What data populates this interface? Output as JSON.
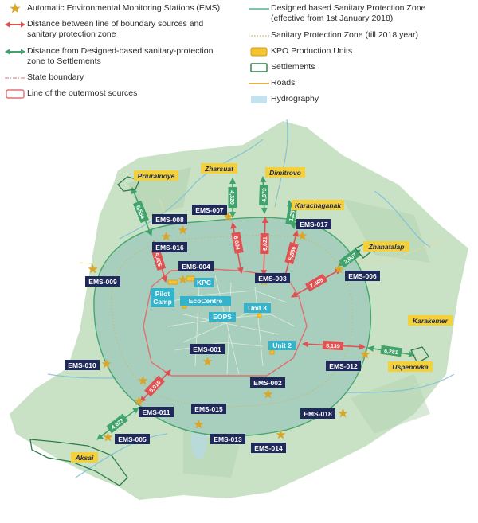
{
  "legend": {
    "left": [
      {
        "id": "ems",
        "text": "Automatic Environmental Monitoring Stations (EMS)",
        "icon": "star-icon"
      },
      {
        "id": "dist_sources",
        "text": "Distance between line of boundary sources and\nsanitary protection zone",
        "icon": "red-double-arrow-icon"
      },
      {
        "id": "dist_settle",
        "text": "Distance from Designed-based sanitary-protection\nzone to Settlements",
        "icon": "green-double-arrow-icon"
      },
      {
        "id": "state",
        "text": "State boundary",
        "icon": "dash-dot-line-icon"
      },
      {
        "id": "outer",
        "text": "Line of the outermost sources",
        "icon": "red-outline-box-icon"
      }
    ],
    "right": [
      {
        "id": "dspz",
        "text": "Designed based Sanitary Protection Zone\n(effective from 1st January 2018)",
        "icon": "green-line-icon"
      },
      {
        "id": "spz2018",
        "text": "Sanitary Protection Zone (till 2018 year)",
        "icon": "dotted-line-icon"
      },
      {
        "id": "kpo",
        "text": "KPO Production Units",
        "icon": "yellow-box-icon"
      },
      {
        "id": "settle",
        "text": "Settlements",
        "icon": "green-outline-box-icon"
      },
      {
        "id": "roads",
        "text": "Roads",
        "icon": "orange-line-icon"
      },
      {
        "id": "hydro",
        "text": "Hydrography",
        "icon": "blue-box-icon"
      }
    ]
  },
  "settlements": {
    "priuralnoye": "Priuralnoye",
    "zharsuat": "Zharsuat",
    "dimitrovo": "Dimitrovo",
    "karachaganak": "Karachaganak",
    "zhanatalap": "Zhanatalap",
    "karakemer": "Karakemer",
    "uspenovka": "Uspenovka",
    "aksai": "Aksai"
  },
  "stations": {
    "ems001": "EMS-001",
    "ems002": "EMS-002",
    "ems003": "EMS-003",
    "ems004": "EMS-004",
    "ems005": "EMS-005",
    "ems006": "EMS-006",
    "ems007": "EMS-007",
    "ems008": "EMS-008",
    "ems009": "EMS-009",
    "ems010": "EMS-010",
    "ems011": "EMS-011",
    "ems012": "EMS-012",
    "ems013": "EMS-013",
    "ems014": "EMS-014",
    "ems015": "EMS-015",
    "ems016": "EMS-016",
    "ems017": "EMS-017",
    "ems018": "EMS-018"
  },
  "units": {
    "kpc": "KPC",
    "pilot": "Pilot",
    "camp": "Camp",
    "ecocentre": "EcoCentre",
    "eops": "EOPS",
    "unit3": "Unit 3",
    "unit2": "Unit 2"
  },
  "distances_red": {
    "d1": "5,465",
    "d2": "6,094",
    "d3": "6,021",
    "d4": "5,836",
    "d5": "7,495",
    "d6": "8,139",
    "d7": "5,019"
  },
  "distances_green": {
    "g1": "6,554",
    "g2": "4,320",
    "g3": "4,873",
    "g4": "1,287",
    "g5": "2,907",
    "g6": "6,281",
    "g7": "4,623"
  },
  "colors": {
    "land": "#c9e2c5",
    "land_dark": "#b2d3b0",
    "spz_fill": "#a7cfbd",
    "hydro": "#b7dbe8",
    "river": "#7cc0d8",
    "spz_line": "#3fa36b",
    "red": "#e05252",
    "green_arrow": "#3fa36b",
    "label_navy": "#1f2a5a",
    "settle_yellow": "#f4d13b",
    "unit_cyan": "#34b3cc",
    "star": "#d9a62a"
  }
}
